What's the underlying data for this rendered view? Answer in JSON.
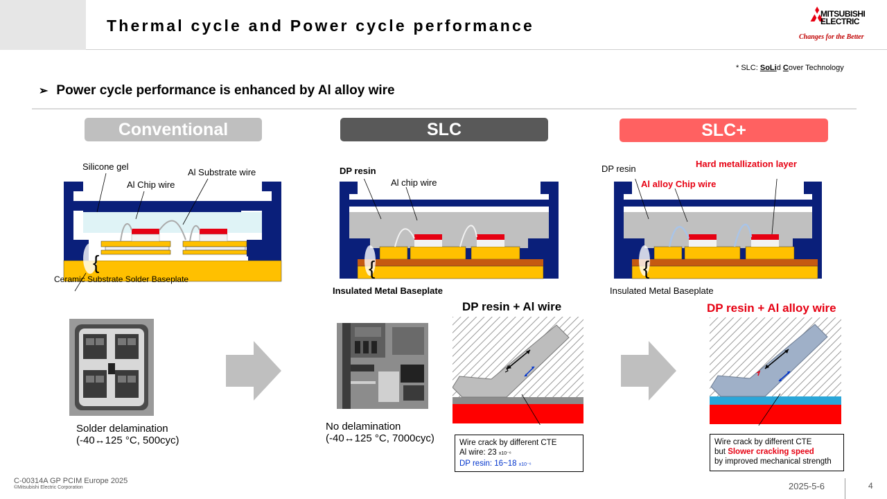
{
  "header": {
    "title": "Thermal cycle and Power cycle performance",
    "logo_line1": "MITSUBISHI",
    "logo_line2": "ELECTRIC",
    "tagline": "Changes for the Better"
  },
  "note": {
    "prefix": "* SLC: ",
    "so": "So",
    "li": "Li",
    "d": "d ",
    "c": "C",
    "rest": "over Technology"
  },
  "headline": "Power cycle performance is enhanced by Al alloy wire",
  "columns": {
    "conventional": {
      "header": "Conventional",
      "labels": {
        "silicone_gel": "Silicone gel",
        "al_substrate_wire": "Al Substrate wire",
        "al_chip_wire": "Al Chip wire",
        "bottom": "Ceramic Substrate    Solder    Baseplate"
      },
      "caption_line1": "Solder delamination",
      "caption_line2": "(-40↔125 °C, 500cyc)"
    },
    "slc": {
      "header": "SLC",
      "labels": {
        "dp_resin": "DP resin",
        "al_chip_wire": "Al chip wire",
        "baseplate": "Insulated Metal Baseplate"
      },
      "caption_line1": "No delamination",
      "caption_line2": "(-40↔125 °C, 7000cyc)",
      "detail_title": "DP resin + Al wire",
      "box_line1": "Wire crack by different CTE",
      "box_al_wire": "Al wire: 23",
      "box_dp_resin": "DP resin: 16~18",
      "box_unit": "x10⁻⁶"
    },
    "slc_plus": {
      "header": "SLC+",
      "labels": {
        "dp_resin": "DP resin",
        "hard_layer": "Hard metallization layer",
        "al_alloy_wire": "Al alloy Chip wire",
        "baseplate": "Insulated Metal Baseplate"
      },
      "detail_title": "DP resin + Al alloy wire",
      "box_line1": "Wire crack by different CTE",
      "box_line2_prefix": "but ",
      "box_line2_highlight": "Slower cracking speed",
      "box_line3": "by improved mechanical strength"
    }
  },
  "footer": {
    "code": "C-00314A GP PCIM Europe 2025",
    "copyright": "©Mitsubishi Electric Corporation",
    "date": "2025-5-6",
    "page": "4"
  },
  "colors": {
    "navy": "#0a1f7a",
    "gold": "#ffc000",
    "red": "#e60012",
    "conv_header": "#bfbfbf",
    "slc_header": "#595959",
    "slcplus_header": "#ff6161"
  }
}
